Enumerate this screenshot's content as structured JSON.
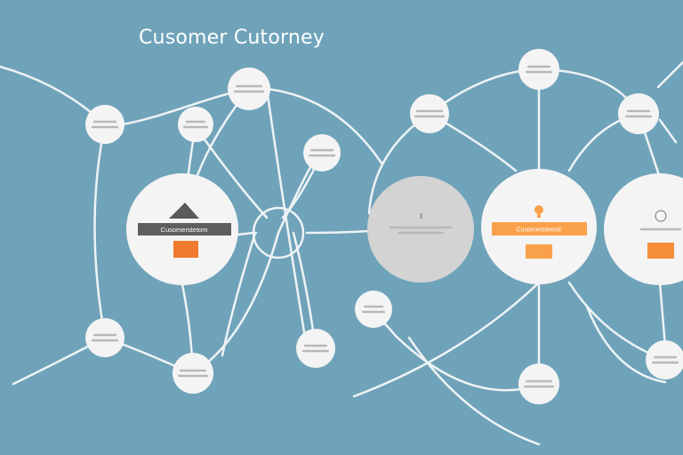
{
  "title": "Cusomer Cutorney",
  "colors": {
    "background": "#6FA3BA",
    "connector": "#EEF3F5",
    "node_fill": "#F4F4F4",
    "node_gray_fill": "#D3D3D3",
    "dot_text": "#B8B8B8",
    "dark_bar": "#5E5E5E",
    "orange": "#F07A2E",
    "orange_light": "#F9A14A",
    "orange_bar": "#F48E3A"
  },
  "nodes": {
    "hub_left": {
      "label": "Cusomerstetom",
      "icon": "triangle-icon",
      "accent": "orange"
    },
    "hub_gray": {
      "label": "",
      "icon": "person-icon",
      "accent": "gray"
    },
    "hub_orange": {
      "label": "Cusomersiteestr",
      "icon": "lightbulb-icon",
      "accent": "orange"
    },
    "hub_right": {
      "label": "",
      "icon": "face-icon",
      "accent": "orange"
    }
  }
}
